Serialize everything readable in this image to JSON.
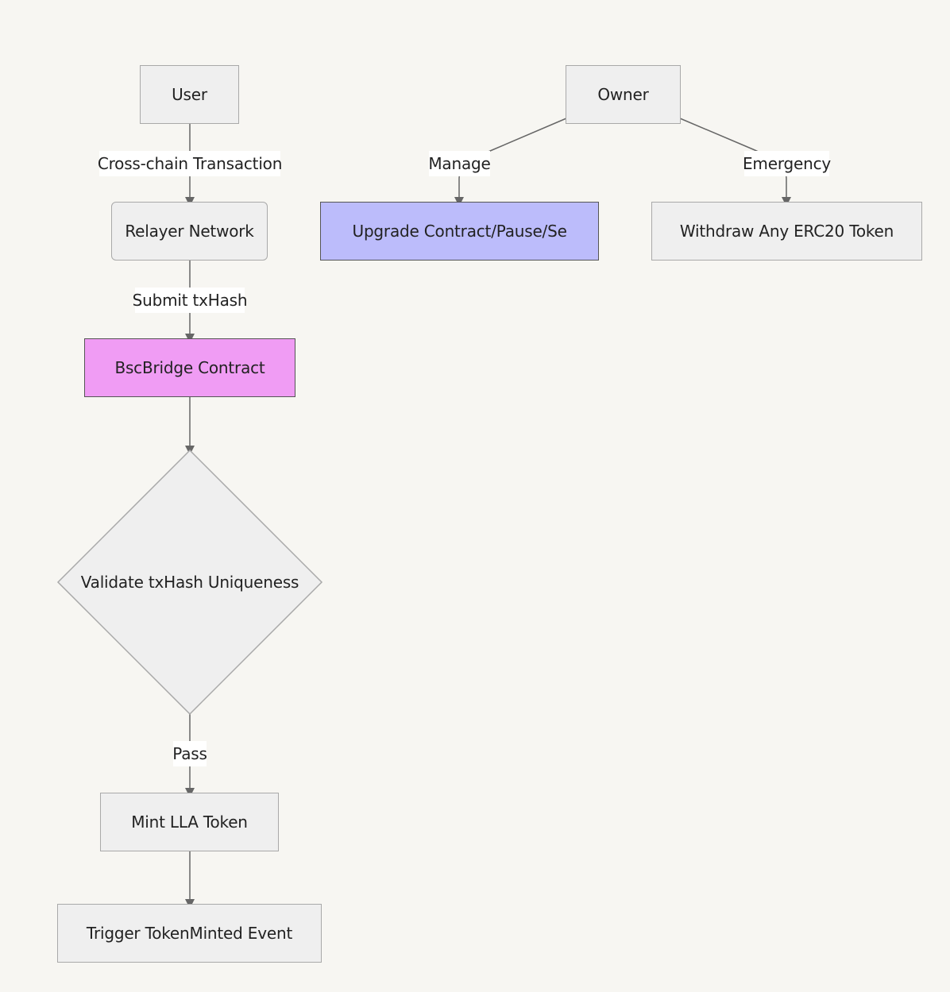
{
  "nodes": {
    "user": "User",
    "owner": "Owner",
    "relayer": "Relayer Network",
    "upgrade": "Upgrade Contract/Pause/Set",
    "withdraw": "Withdraw Any ERC20 Token",
    "bridge": "BscBridge Contract",
    "validate": "Validate txHash Uniqueness",
    "mint": "Mint LLA Token",
    "trigger": "Trigger TokenMinted Event"
  },
  "edges": {
    "cross_chain": "Cross-chain Transaction",
    "submit": "Submit txHash",
    "manage": "Manage",
    "emergency": "Emergency",
    "pass": "Pass"
  },
  "colors": {
    "node_fill": "#efefef",
    "bridge_fill": "#f09cf4",
    "upgrade_fill": "#bcbcfb",
    "edge": "#666666",
    "background": "#f7f6f2"
  }
}
